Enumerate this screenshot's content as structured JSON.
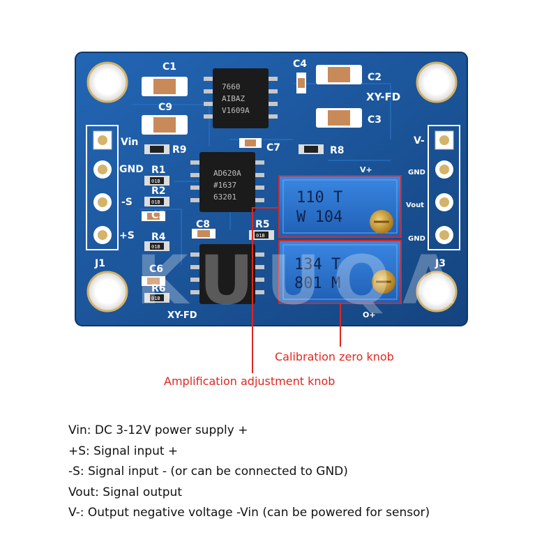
{
  "board": {
    "silkscreen": [
      "C1",
      "C4",
      "C2",
      "C9",
      "C3",
      "XY-FD",
      "Vin",
      "R9",
      "C7",
      "R8",
      "V-",
      "GND",
      "R1",
      "R2",
      "-S",
      "C5",
      "+S",
      "R4",
      "C8",
      "R5",
      "C6",
      "R6",
      "J1",
      "J3",
      "XY-FD",
      "GND",
      "Vout",
      "GND",
      "V+",
      "O+"
    ],
    "chip_top_marking": [
      "7660",
      "AIBAZ",
      "V1609A"
    ],
    "chip_mid_marking": [
      "AD620A",
      "#1637",
      "63201"
    ],
    "pot_top_marking": [
      "110 T",
      "W 104"
    ],
    "pot_bottom_marking": [
      "134 T",
      "801 M"
    ],
    "resistor_code": "01B",
    "watermark": "KUUQA"
  },
  "callouts": {
    "zero": "Calibration zero knob",
    "amp": "Amplification adjustment knob"
  },
  "legend": [
    {
      "key": "Vin:",
      "text": "DC 3-12V power supply +"
    },
    {
      "key": "+S:",
      "text": "Signal input +"
    },
    {
      "key": "-S:",
      "text": "Signal input -  (or can be connected to GND)"
    },
    {
      "key": "Vout:",
      "text": "Signal output"
    },
    {
      "key": "V-:",
      "text": "Output negative voltage -Vin (can be powered for sensor)"
    }
  ],
  "colors": {
    "pcb": "#1d5aa6",
    "callout": "#e0261f",
    "trimmer": "#2f78d6"
  }
}
